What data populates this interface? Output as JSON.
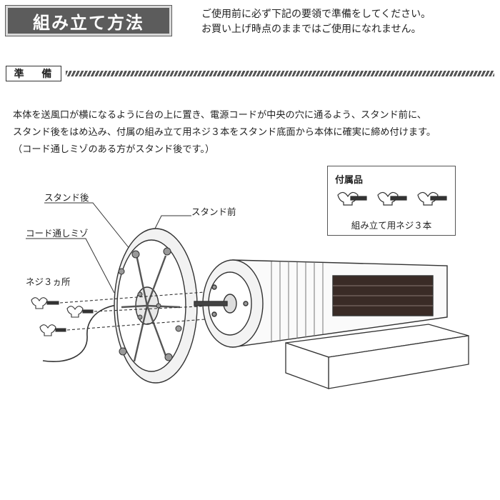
{
  "header": {
    "title": "組み立て方法",
    "notice_lines": [
      "ご使用前に必ず下記の要領で準備をしてください。",
      "お買い上げ時点のままではご使用になれません。"
    ]
  },
  "section": {
    "label": "準 備"
  },
  "instructions": [
    "本体を送風口が横になるように台の上に置き、電源コードが中央の穴に通るよう、スタンド前に、",
    "スタンド後をはめ込み、付属の組み立て用ネジ３本をスタンド底面から本体に確実に締め付けます。",
    "（コード通しミゾのある方がスタンド後です。）"
  ],
  "accessories": {
    "title": "付属品",
    "caption": "組み立て用ネジ３本"
  },
  "callouts": {
    "stand_rear": "スタンド後",
    "stand_front": "スタンド前",
    "cord_groove": "コード通しミゾ",
    "screws_three": "ネジ３ヵ所"
  }
}
